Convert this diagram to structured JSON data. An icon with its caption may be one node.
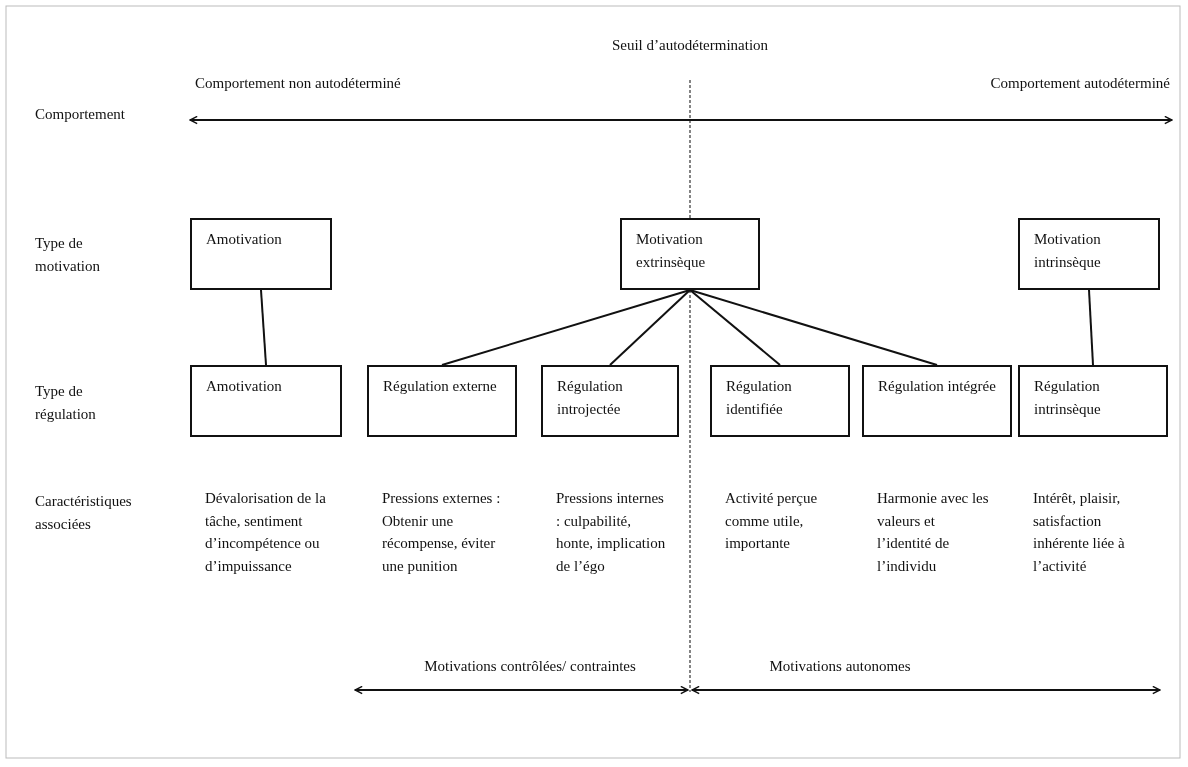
{
  "diagram": {
    "nodes": [
      {
        "text": [
          "Amotivation"
        ]
      },
      {
        "text": [
          "Motivation extrinsèque"
        ]
      },
      {
        "text": [
          "Motivation intrinsèque"
        ]
      },
      {
        "text": [
          "Amotivation"
        ]
      },
      {
        "text": [
          "Régulation externe"
        ]
      },
      {
        "text": [
          "Régulation introjectée"
        ]
      },
      {
        "text": [
          "Régulation identifiée"
        ]
      },
      {
        "text": [
          "Régulation intégrée"
        ]
      },
      {
        "text": [
          "Régulation intrinsèque"
        ]
      }
    ],
    "edges": [
      {
        "from": 0,
        "to": 3,
        "arrow": "none"
      },
      {
        "from": 1,
        "to": 4,
        "arrow": "none"
      },
      {
        "from": 1,
        "to": 5,
        "arrow": "none"
      },
      {
        "from": 1,
        "to": 6,
        "arrow": "none"
      },
      {
        "from": 1,
        "to": 7,
        "arrow": "none"
      },
      {
        "from": 2,
        "to": 8,
        "arrow": "none"
      }
    ],
    "labels": [
      "Seuil d’autodétermination",
      "Comportement non autodéterminé",
      "Comportement autodéterminé",
      "Comportement",
      "Type de motivation",
      "Type de régulation",
      "Caractéristiques associées",
      "Dévalorisation de la tâche, sentiment d’incompétence ou d’impuissance",
      "Pressions externes : Obtenir une récompense, éviter une punition",
      "Pressions internes : culpabilité, honte, implication de l’égo",
      "Activité perçue comme utile, importante",
      "Harmonie avec les valeurs et l’identité de l’individu",
      "Intérêt, plaisir, satisfaction inhérente liée à l’activité",
      "Motivations contrôlées/ contraintes",
      "Motivations autonomes"
    ]
  }
}
